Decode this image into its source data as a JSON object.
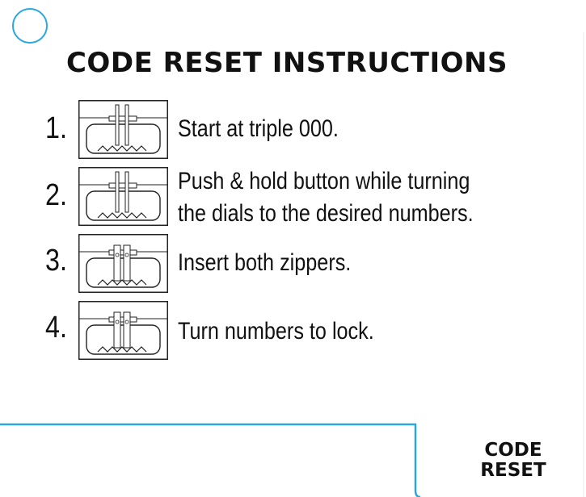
{
  "card": {
    "title": "CODE RESET INSTRUCTIONS",
    "accent_color": "#2aa8dd"
  },
  "steps": [
    {
      "number": "1.",
      "lines": [
        "Start at triple 000."
      ]
    },
    {
      "number": "2.",
      "lines": [
        "Push & hold button while turning",
        "the dials to the desired numbers."
      ]
    },
    {
      "number": "3.",
      "lines": [
        "Insert both zippers."
      ]
    },
    {
      "number": "4.",
      "lines": [
        "Turn numbers to lock."
      ]
    }
  ],
  "tab": {
    "line1": "CODE",
    "line2": "RESET"
  }
}
